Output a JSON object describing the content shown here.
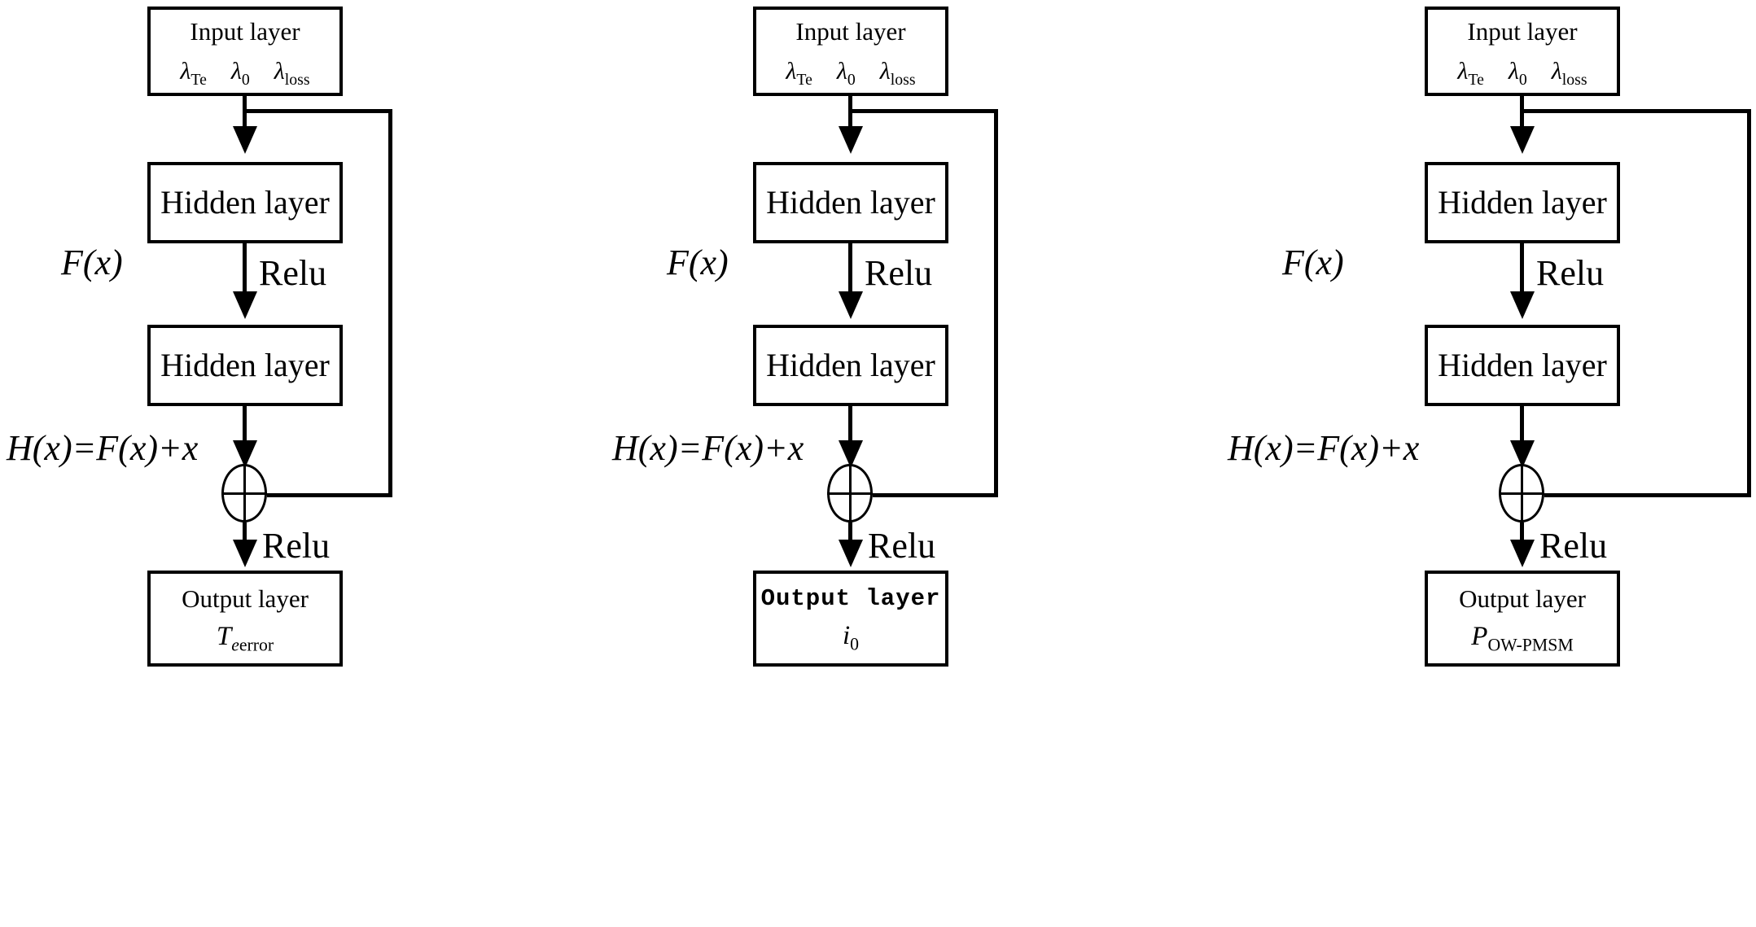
{
  "figure": {
    "type": "residual-block-diagram",
    "description": "Three parallel residual (ResNet) block diagrams for a multi-objective motor model",
    "background_color": "#ffffff",
    "stroke_color": "#000000",
    "column_count": 3
  },
  "labels": {
    "input_title": "Input layer",
    "hidden_title": "Hidden layer",
    "output_title": "Output layer",
    "relu": "Relu",
    "f_of_x": "F(x)",
    "h_equals": "H(x)=F(x)+x",
    "plus_node": "circled-plus"
  },
  "inputs": {
    "lambda_symbol": "λ",
    "items": [
      {
        "symbol": "λ",
        "subscript": "Te",
        "subscript_style": "upright"
      },
      {
        "symbol": "λ",
        "subscript": "0",
        "subscript_style": "upright"
      },
      {
        "symbol": "λ",
        "subscript": "loss",
        "subscript_style": "upright"
      }
    ]
  },
  "columns": [
    {
      "id": "column-1",
      "output_title": "Output layer",
      "output_title_font": "serif",
      "output_var": "T",
      "output_sub_italic": "e",
      "output_sub_upright": "error"
    },
    {
      "id": "column-2",
      "output_title": "Output layer",
      "output_title_font": "monospace",
      "output_var": "i",
      "output_sub_italic": "",
      "output_sub_upright": "0"
    },
    {
      "id": "column-3",
      "output_title": "Output layer",
      "output_title_font": "serif",
      "output_var": "P",
      "output_sub_italic": "",
      "output_sub_upright": "OW-PMSM"
    }
  ]
}
